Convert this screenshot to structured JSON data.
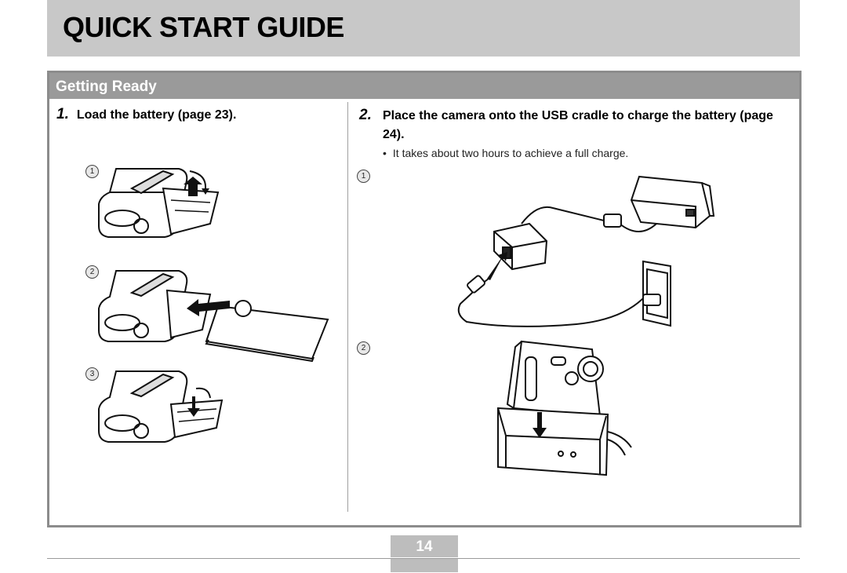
{
  "header": {
    "title": "QUICK START GUIDE"
  },
  "section": {
    "title": "Getting Ready"
  },
  "steps": [
    {
      "number": "1.",
      "text": "Load the battery (page 23)."
    },
    {
      "number": "2.",
      "text": "Place the camera onto the USB cradle to charge the battery (page 24)."
    }
  ],
  "bullet": {
    "marker": "•",
    "text": "It takes about two hours to achieve a full charge."
  },
  "markers": {
    "one": "1",
    "two": "2",
    "three": "3"
  },
  "footer": {
    "page_number": "14"
  }
}
